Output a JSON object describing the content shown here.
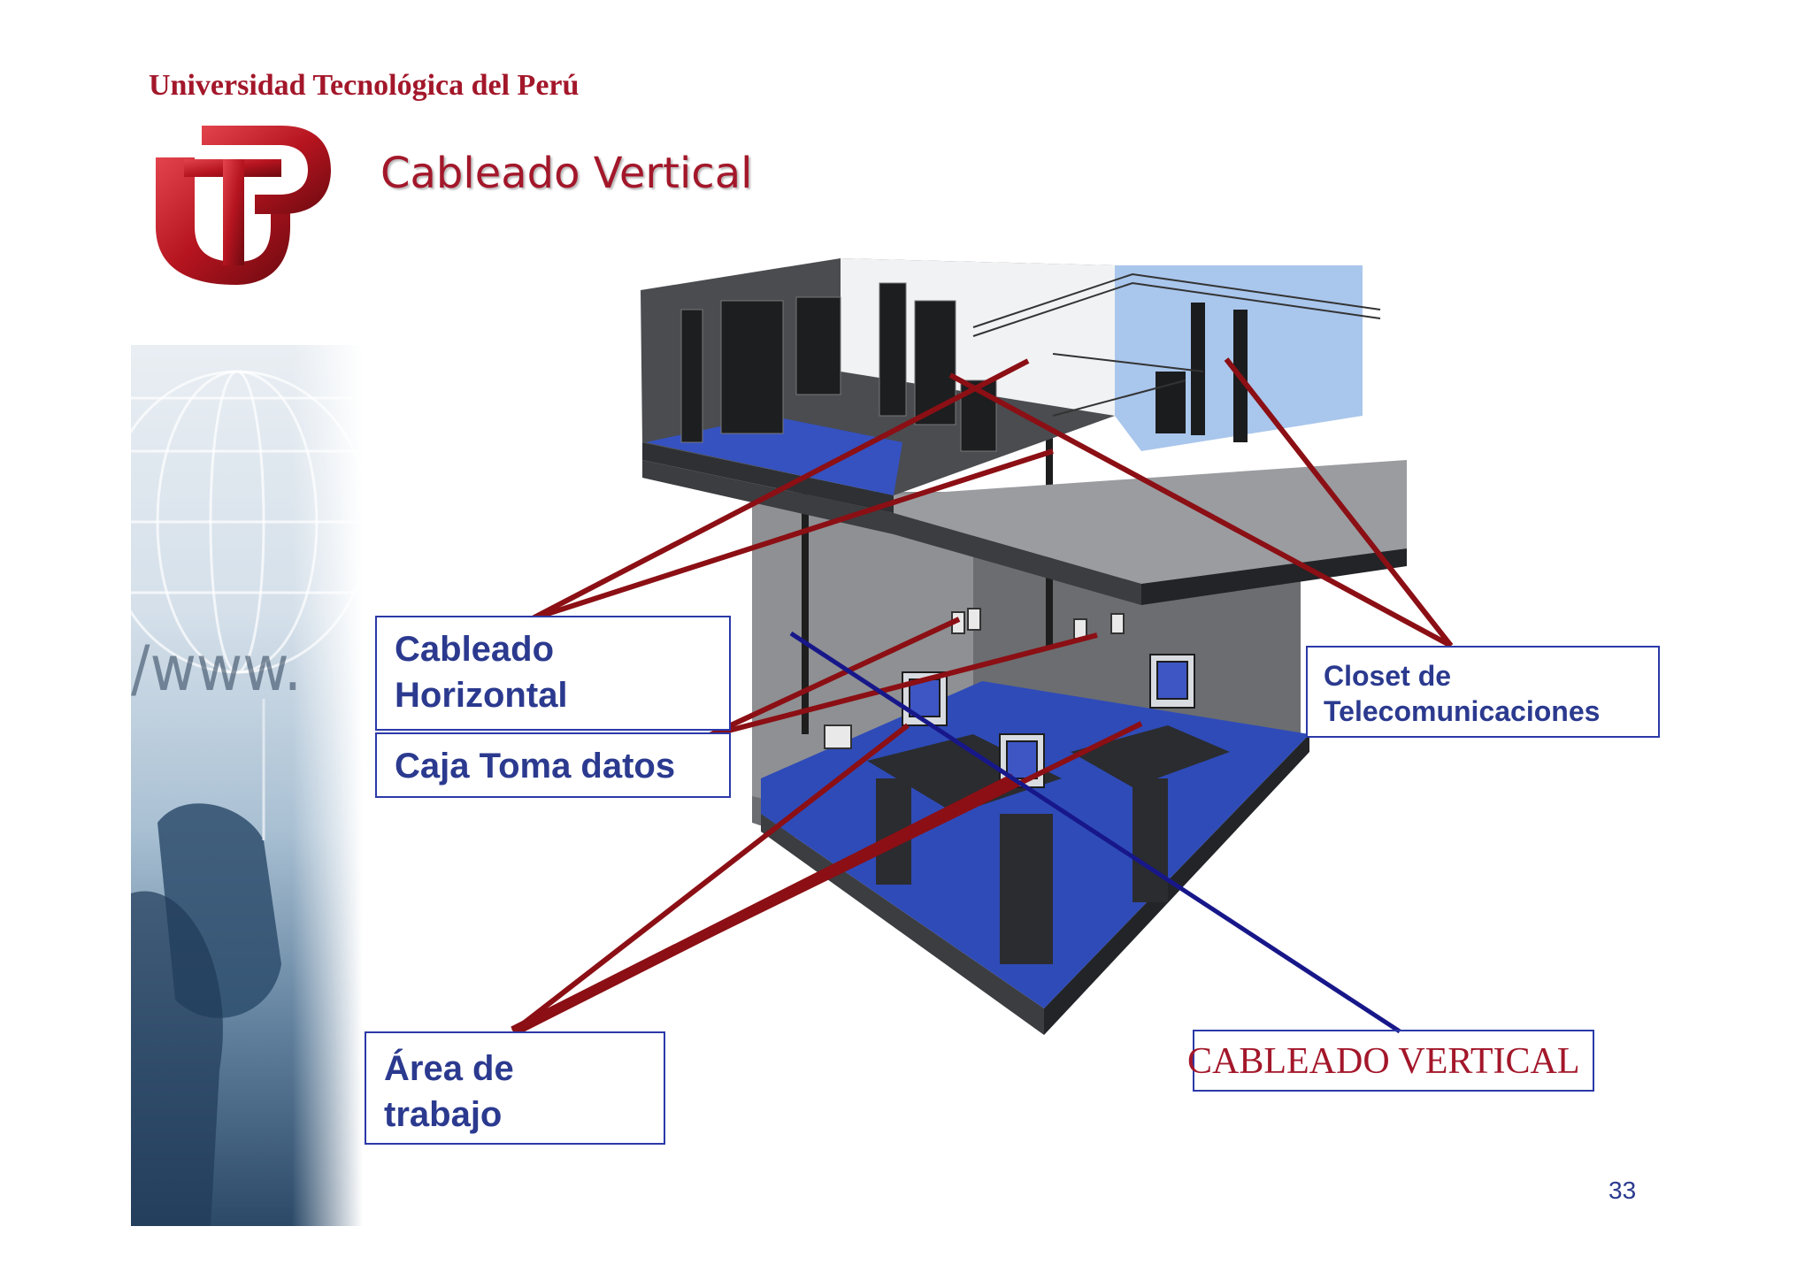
{
  "header": {
    "university": "Universidad Tecnológica del Perú",
    "title": "Cableado Vertical"
  },
  "callouts": {
    "horizontal": [
      "Cableado",
      "Horizontal"
    ],
    "caja": "Caja Toma datos",
    "closet": [
      "Closet de",
      "Telecomunicaciones"
    ],
    "area": [
      "Área de",
      "trabajo"
    ],
    "vertical": "CABLEADO VERTICAL"
  },
  "decor": {
    "strip_text": "/www."
  },
  "footer": {
    "page_number": "33"
  },
  "colors": {
    "brand_red": "#a3172a",
    "arrow_red": "#8b0f14",
    "arrow_blue": "#17178a",
    "callout_text": "#2b3a8f",
    "floor_blue": "#2f4bb8"
  }
}
